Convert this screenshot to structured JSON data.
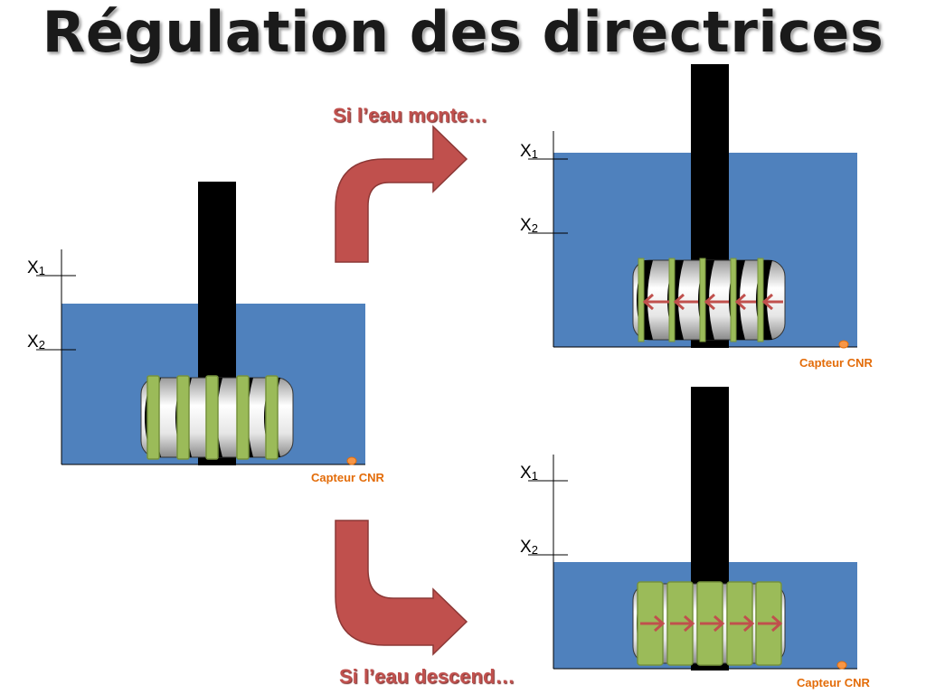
{
  "title": "Régulation des directrices",
  "captions": {
    "rise": "Si l’eau monte…",
    "fall": "Si l’eau descend…"
  },
  "panels": [
    {
      "id": "initial",
      "levels": {
        "x1": "X",
        "x1_sub": "1",
        "x2": "X",
        "x2_sub": "2"
      },
      "sensor_label": "Capteur CNR",
      "vane_state": "partially-open"
    },
    {
      "id": "water-rises",
      "levels": {
        "x1": "X",
        "x1_sub": "1",
        "x2": "X",
        "x2_sub": "2"
      },
      "sensor_label": "Capteur CNR",
      "vane_state": "closing",
      "arrow_direction": "left"
    },
    {
      "id": "water-falls",
      "levels": {
        "x1": "X",
        "x1_sub": "1",
        "x2": "X",
        "x2_sub": "2"
      },
      "sensor_label": "Capteur CNR",
      "vane_state": "opening",
      "arrow_direction": "right"
    }
  ],
  "colors": {
    "water": "#4f81bd",
    "vane": "#9bbb59",
    "vane_border": "#76923c",
    "arrow": "#c0504d",
    "shaft": "#000000",
    "sensor": "#f79646",
    "sensor_text": "#e36c09"
  }
}
